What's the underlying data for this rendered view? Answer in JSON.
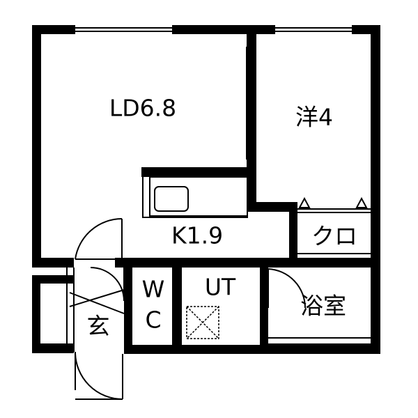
{
  "floorplan": {
    "rooms": {
      "living_dining": "LD6.8",
      "western_room": "洋4",
      "kitchen": "K1.9",
      "closet": "クロ",
      "toilet_line1": "W",
      "toilet_line2": "C",
      "utility": "UT",
      "bathroom": "浴室",
      "entrance": "玄"
    }
  }
}
